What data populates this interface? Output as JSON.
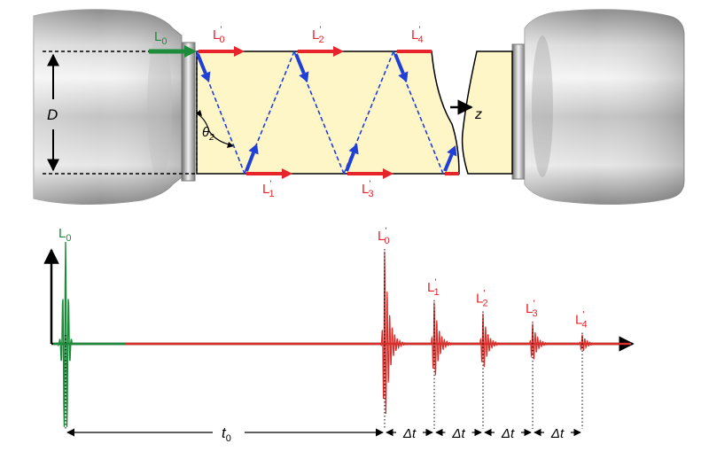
{
  "colors": {
    "green": "#1c8c3a",
    "red": "#e8242b",
    "blue": "#1f3fd6",
    "sample": "#fff6c8",
    "black": "#000000",
    "signal_red": "#d9302c"
  },
  "diagram": {
    "dimension_label": "D",
    "angle_label": "θ",
    "angle_sub": "2",
    "axis_label": "z",
    "incident": {
      "base": "L",
      "sub": "0"
    },
    "reflected_top": [
      {
        "base": "L",
        "sub": "0",
        "sup": "'"
      },
      {
        "base": "L",
        "sub": "2",
        "sup": "'"
      },
      {
        "base": "L",
        "sub": "4",
        "sup": "'"
      }
    ],
    "reflected_bottom": [
      {
        "base": "L",
        "sub": "1",
        "sup": "'"
      },
      {
        "base": "L",
        "sub": "3",
        "sup": "'"
      }
    ]
  },
  "signal": {
    "incident": {
      "base": "L",
      "sub": "0"
    },
    "echoes": [
      {
        "base": "L",
        "sub": "0",
        "sup": "'",
        "amplitude": 1.0
      },
      {
        "base": "L",
        "sub": "1",
        "sup": "'",
        "amplitude": 0.45
      },
      {
        "base": "L",
        "sub": "2",
        "sup": "'",
        "amplitude": 0.33
      },
      {
        "base": "L",
        "sub": "3",
        "sup": "'",
        "amplitude": 0.22
      },
      {
        "base": "L",
        "sub": "4",
        "sup": "'",
        "amplitude": 0.1
      }
    ],
    "t0_label": {
      "base": "t",
      "sub": "0"
    },
    "dt_label": "Δt",
    "dt_count": 4
  }
}
